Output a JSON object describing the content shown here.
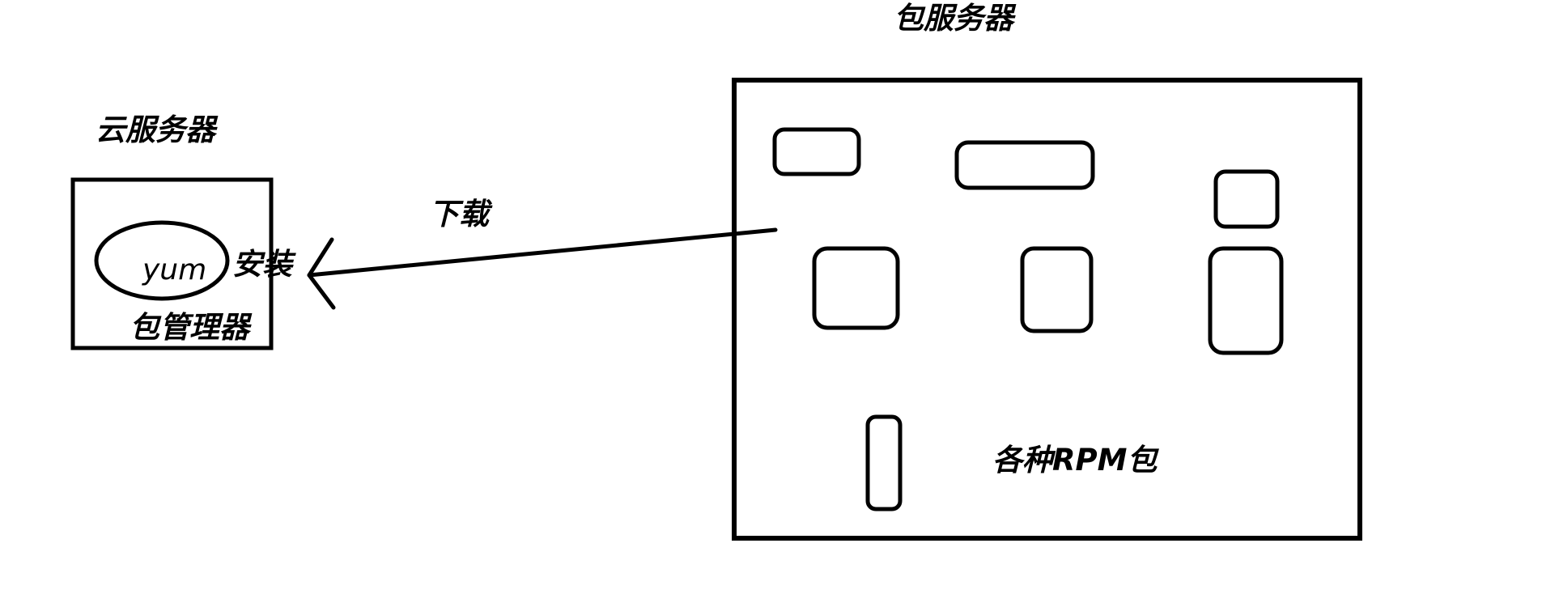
{
  "diagram": {
    "cloud_server": {
      "title": "云服务器",
      "yum_label": "yum",
      "install_label": "安装",
      "package_manager_label": "包管理器"
    },
    "package_server": {
      "title": "包服务器",
      "content_label": "各种RPM包"
    },
    "arrow": {
      "label": "下载",
      "direction": "from package server to cloud server"
    },
    "colors": {
      "stroke": "#000000",
      "background": "#ffffff"
    }
  }
}
